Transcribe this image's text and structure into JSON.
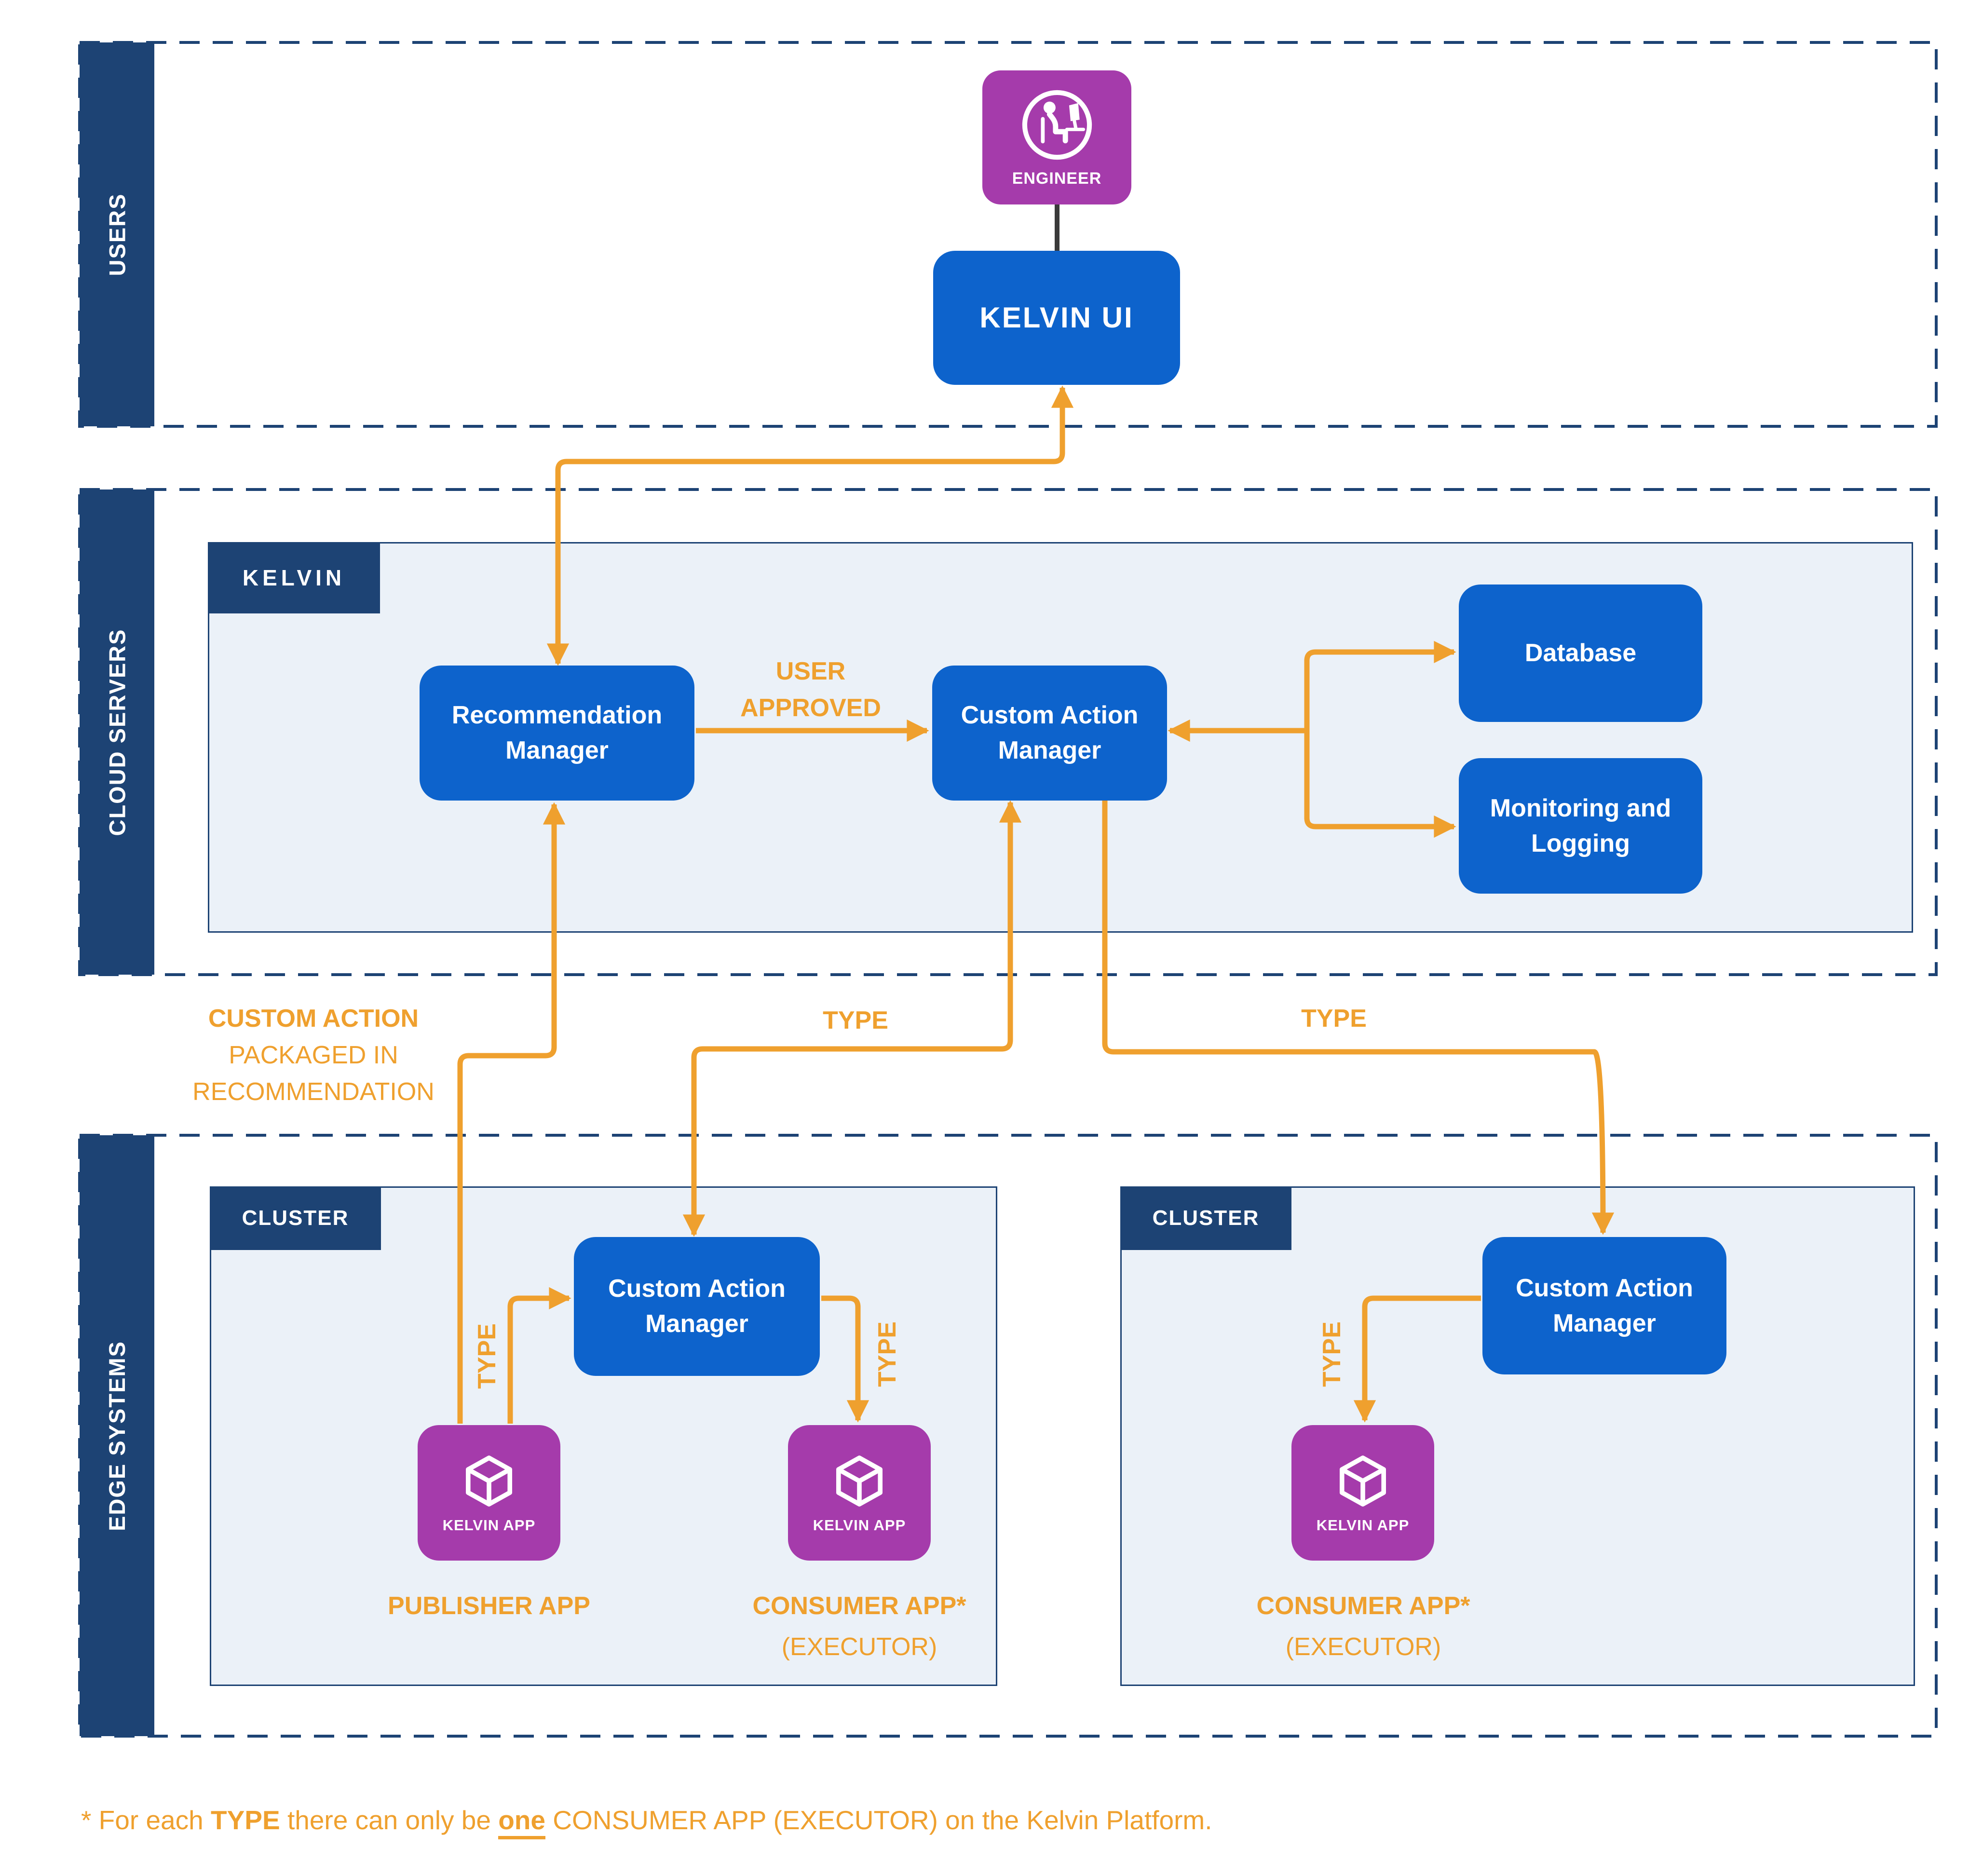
{
  "diagram": {
    "rows": {
      "users": "USERS",
      "cloud_servers": "CLOUD SERVERS",
      "edge_systems": "EDGE SYSTEMS"
    },
    "users_row": {
      "engineer": {
        "label": "ENGINEER",
        "icon": "engineer-at-desk-icon"
      },
      "kelvin_ui": {
        "label": "KELVIN UI"
      }
    },
    "cloud_row": {
      "kelvin_panel": {
        "label": "KELVIN"
      },
      "recommendation_manager": {
        "label": "Recommendation Manager"
      },
      "custom_action_manager": {
        "label": "Custom Action Manager"
      },
      "database": {
        "label": "Database"
      },
      "monitoring_logging": {
        "label": "Monitoring and Logging"
      },
      "user_approved_connector": {
        "line1": "USER",
        "line2": "APPROVED"
      }
    },
    "connectors": {
      "custom_action_packaged": {
        "line1": "CUSTOM ACTION",
        "line2": "PACKAGED IN",
        "line3": "RECOMMENDATION"
      },
      "type_to_cluster1": "TYPE",
      "type_to_cluster2": "TYPE"
    },
    "edge_row": {
      "cluster1": {
        "panel_label": "CLUSTER",
        "custom_action_manager": {
          "label": "Custom Action Manager"
        },
        "publisher_type_label": "TYPE",
        "consumer_type_label": "TYPE",
        "publisher_app": {
          "badge": "KELVIN APP",
          "caption": "PUBLISHER APP",
          "icon": "cube-icon"
        },
        "consumer_app": {
          "badge": "KELVIN APP",
          "caption": "CONSUMER APP*",
          "subcaption": "(EXECUTOR)",
          "icon": "cube-icon"
        }
      },
      "cluster2": {
        "panel_label": "CLUSTER",
        "custom_action_manager": {
          "label": "Custom Action Manager"
        },
        "consumer_type_label": "TYPE",
        "consumer_app": {
          "badge": "KELVIN APP",
          "caption": "CONSUMER APP*",
          "subcaption": "(EXECUTOR)",
          "icon": "cube-icon"
        }
      }
    },
    "footnote": {
      "pre": "* For each ",
      "bold": "TYPE",
      "mid": " there can only be ",
      "emph": "one",
      "post": " CONSUMER APP (EXECUTOR) on the Kelvin Platform."
    },
    "colors": {
      "navy": "#1d4374",
      "blue": "#0d63cc",
      "purple": "#a53bab",
      "orange": "#efa02e",
      "panel_fill": "#ebf1f8"
    }
  }
}
